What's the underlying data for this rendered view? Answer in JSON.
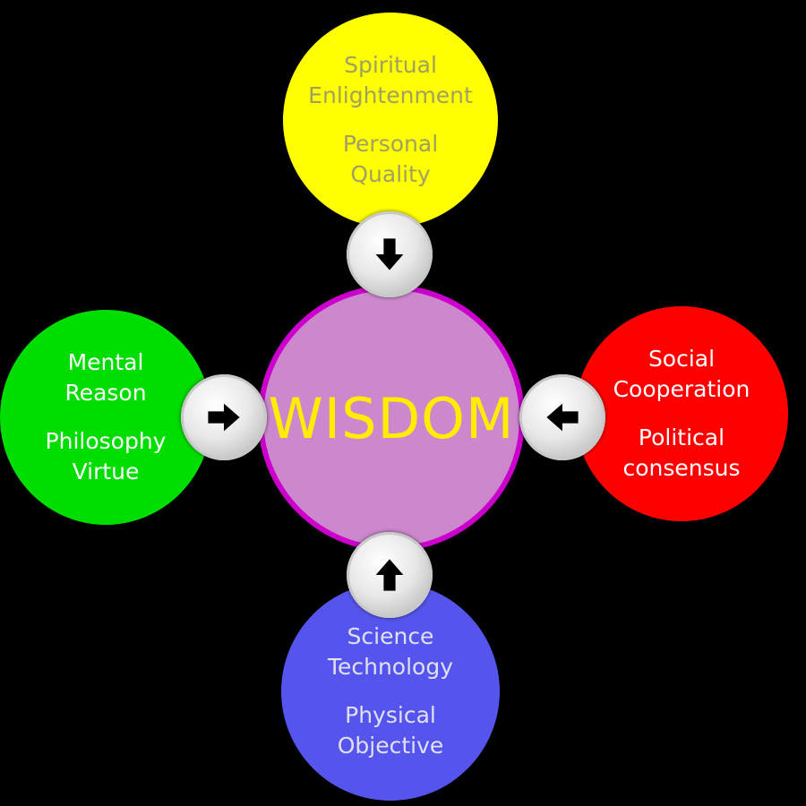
{
  "center": {
    "label": "WISDOM"
  },
  "top": {
    "lines_a": [
      "Spiritual",
      "Enlightenment"
    ],
    "lines_b": [
      "Personal",
      "Quality"
    ]
  },
  "left": {
    "lines_a": [
      "Mental",
      "Reason"
    ],
    "lines_b": [
      "Philosophy",
      "Virtue"
    ]
  },
  "right": {
    "lines_a": [
      "Social",
      "Cooperation"
    ],
    "lines_b": [
      "Political",
      "consensus"
    ]
  },
  "bottom": {
    "lines_a": [
      "Science",
      "Technology"
    ],
    "lines_b": [
      "Physical",
      "Objective"
    ]
  },
  "colors": {
    "background": "#000000",
    "top_circle": "#ffff00",
    "left_circle": "#00dd00",
    "right_circle": "#ff0000",
    "bottom_circle": "#5555ee",
    "center_fill": "#cc88cc",
    "center_border": "#cc00cc",
    "center_text": "#ffee00"
  },
  "icons": {
    "top_arrow": "arrow-down-icon",
    "left_arrow": "arrow-right-icon",
    "right_arrow": "arrow-left-icon",
    "bottom_arrow": "arrow-up-icon"
  }
}
